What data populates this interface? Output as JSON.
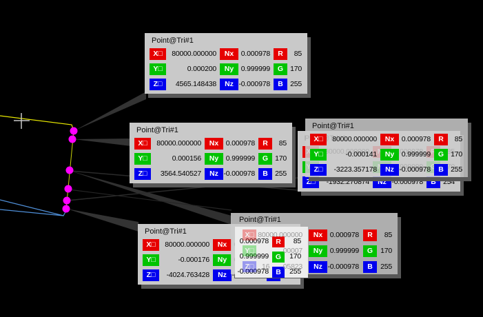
{
  "panels": {
    "top": {
      "title": "Point@Tri#1",
      "rows": [
        {
          "axis_label": "X□",
          "axis_value": "80000.000000",
          "n_label": "Nx",
          "n_value": "0.000978",
          "c_label": "R",
          "c_value": "85"
        },
        {
          "axis_label": "Y□",
          "axis_value": "0.000200",
          "n_label": "Ny",
          "n_value": "0.999999",
          "c_label": "G",
          "c_value": "170"
        },
        {
          "axis_label": "Z□",
          "axis_value": "4565.148438",
          "n_label": "Nz",
          "n_value": "-0.000978",
          "c_label": "B",
          "c_value": "255"
        }
      ]
    },
    "mid_left": {
      "title": "Point@Tri#1",
      "rows": [
        {
          "axis_label": "X□",
          "axis_value": "80000.000000",
          "n_label": "Nx",
          "n_value": "0.000978",
          "c_label": "R",
          "c_value": "85"
        },
        {
          "axis_label": "Y□",
          "axis_value": "0.000156",
          "n_label": "Ny",
          "n_value": "0.999999",
          "c_label": "G",
          "c_value": "170"
        },
        {
          "axis_label": "Z□",
          "axis_value": "3564.540527",
          "n_label": "Nz",
          "n_value": "-0.000978",
          "c_label": "B",
          "c_value": "255"
        }
      ]
    },
    "right_back": {
      "title": "Point@Tri#1",
      "rows": [
        {
          "axis_label": "X□",
          "axis_value": "80000.000000",
          "n_label": "Nx",
          "n_value": "0.000978",
          "c_label": "R",
          "c_value": "85"
        },
        {
          "axis_label": "Y□",
          "axis_value": "",
          "n_label": "Ny",
          "n_value": "0.999999",
          "c_label": "G",
          "c_value": "170"
        },
        {
          "axis_label": "Z□",
          "axis_value": "-1932.270874",
          "n_label": "Nz",
          "n_value": "-0.000978",
          "c_label": "B",
          "c_value": "254"
        }
      ]
    },
    "right_front": {
      "title": "Point@Tri#1",
      "rows": [
        {
          "axis_label": "X□",
          "axis_value": "80000.000000",
          "n_label": "Nx",
          "n_value": "0.000978",
          "c_label": "R",
          "c_value": "85"
        },
        {
          "axis_label": "Y□",
          "axis_value": "-0.000141",
          "n_label": "Ny",
          "n_value": "0.999999",
          "c_label": "G",
          "c_value": "170"
        },
        {
          "axis_label": "Z□",
          "axis_value": "-3223.357178",
          "n_label": "Nz",
          "n_value": "-0.000978",
          "c_label": "B",
          "c_value": "255"
        }
      ]
    },
    "bottom_left": {
      "title": "Point@Tri#1",
      "rows": [
        {
          "axis_label": "X□",
          "axis_value": "80000.000000",
          "n_label": "Nx",
          "n_value": "0.000978",
          "c_label": "R",
          "c_value": "85"
        },
        {
          "axis_label": "Y□",
          "axis_value": "-0.000176",
          "n_label": "Ny",
          "n_value": "0.999999",
          "c_label": "G",
          "c_value": "170"
        },
        {
          "axis_label": "Z□",
          "axis_value": "-4024.763428",
          "n_label": "Nz",
          "n_value": "-0.000978",
          "c_label": "B",
          "c_value": "255"
        }
      ]
    },
    "bottom_right": {
      "title": "Point@Tri#1",
      "rows": [
        {
          "axis_label": "X□",
          "axis_value_faint": "80000.000000",
          "n_label": "Nx",
          "n_value": "0.000978",
          "c_label": "R",
          "c_value": "85"
        },
        {
          "axis_label": "Y□",
          "axis_value_faint": "00007",
          "n_label": "Ny",
          "n_value": "0.999999",
          "c_label": "G",
          "c_value": "170"
        },
        {
          "axis_label": "Z□",
          "axis_value_faint_left": "16",
          "axis_value_faint_right": "05823",
          "n_label": "Nz",
          "n_value": "-0.000978",
          "c_label": "B",
          "c_value": "255"
        }
      ]
    }
  },
  "colors": {
    "chip_red": "#e60000",
    "chip_green": "#00c300",
    "chip_blue": "#0000ee",
    "panel_bg": "#c9c9c9",
    "point_magenta": "#ff00ff",
    "edge_yellow": "#e8e800",
    "edge_blue": "#4f8fd8",
    "background": "#000000"
  }
}
